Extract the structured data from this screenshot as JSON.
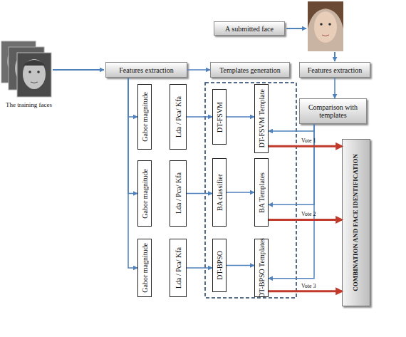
{
  "diagram": {
    "nodes": [
      {
        "text": [
          "Features extraction"
        ]
      },
      {
        "text": [
          "Templates generation"
        ]
      },
      {
        "text": [
          "A submitted face"
        ]
      },
      {
        "text": [
          "Features extraction"
        ]
      },
      {
        "text": [
          "Comparison with templates"
        ]
      },
      {
        "text": [
          "Gabor magnitude"
        ]
      },
      {
        "text": [
          "Lda / Pca/ Kfa"
        ]
      },
      {
        "text": [
          "DT-FSVM"
        ]
      },
      {
        "text": [
          "DT-FSVM Template"
        ]
      },
      {
        "text": [
          "Gabor magnitude"
        ]
      },
      {
        "text": [
          "Lda / Pca/ Kfa"
        ]
      },
      {
        "text": [
          "BA classifier"
        ]
      },
      {
        "text": [
          "BA Templates"
        ]
      },
      {
        "text": [
          "Gabor magnitude"
        ]
      },
      {
        "text": [
          "Lda / Pca/ Kfa"
        ]
      },
      {
        "text": [
          "DT-BPSO"
        ]
      },
      {
        "text": [
          "DT-BPSO Templates"
        ]
      },
      {
        "text": [
          "COMBINATION AND FACE IDENTIFICATION"
        ]
      }
    ],
    "edges": [
      {
        "from": 0,
        "to": 1,
        "arrow": "to"
      },
      {
        "from": 3,
        "to": 4,
        "arrow": "to"
      },
      {
        "from": 0,
        "to": 5,
        "arrow": "to"
      },
      {
        "from": 0,
        "to": 9,
        "arrow": "to"
      },
      {
        "from": 0,
        "to": 13,
        "arrow": "to"
      },
      {
        "from": 6,
        "to": 7,
        "arrow": "to"
      },
      {
        "from": 10,
        "to": 11,
        "arrow": "to"
      },
      {
        "from": 14,
        "to": 15,
        "arrow": "to"
      },
      {
        "from": 7,
        "to": 8,
        "arrow": "to"
      },
      {
        "from": 11,
        "to": 12,
        "arrow": "to"
      },
      {
        "from": 15,
        "to": 16,
        "arrow": "to"
      },
      {
        "from": 4,
        "to": 8,
        "arrow": "to"
      },
      {
        "from": 4,
        "to": 12,
        "arrow": "to"
      },
      {
        "from": 4,
        "to": 16,
        "arrow": "to"
      },
      {
        "from": 8,
        "to": 17,
        "label": "Vote 1",
        "arrow": "to"
      },
      {
        "from": 12,
        "to": 17,
        "label": "Vote 2",
        "arrow": "to"
      },
      {
        "from": 16,
        "to": 17,
        "label": "Vote 3",
        "arrow": "to"
      }
    ],
    "labels": [
      "The training faces"
    ]
  }
}
